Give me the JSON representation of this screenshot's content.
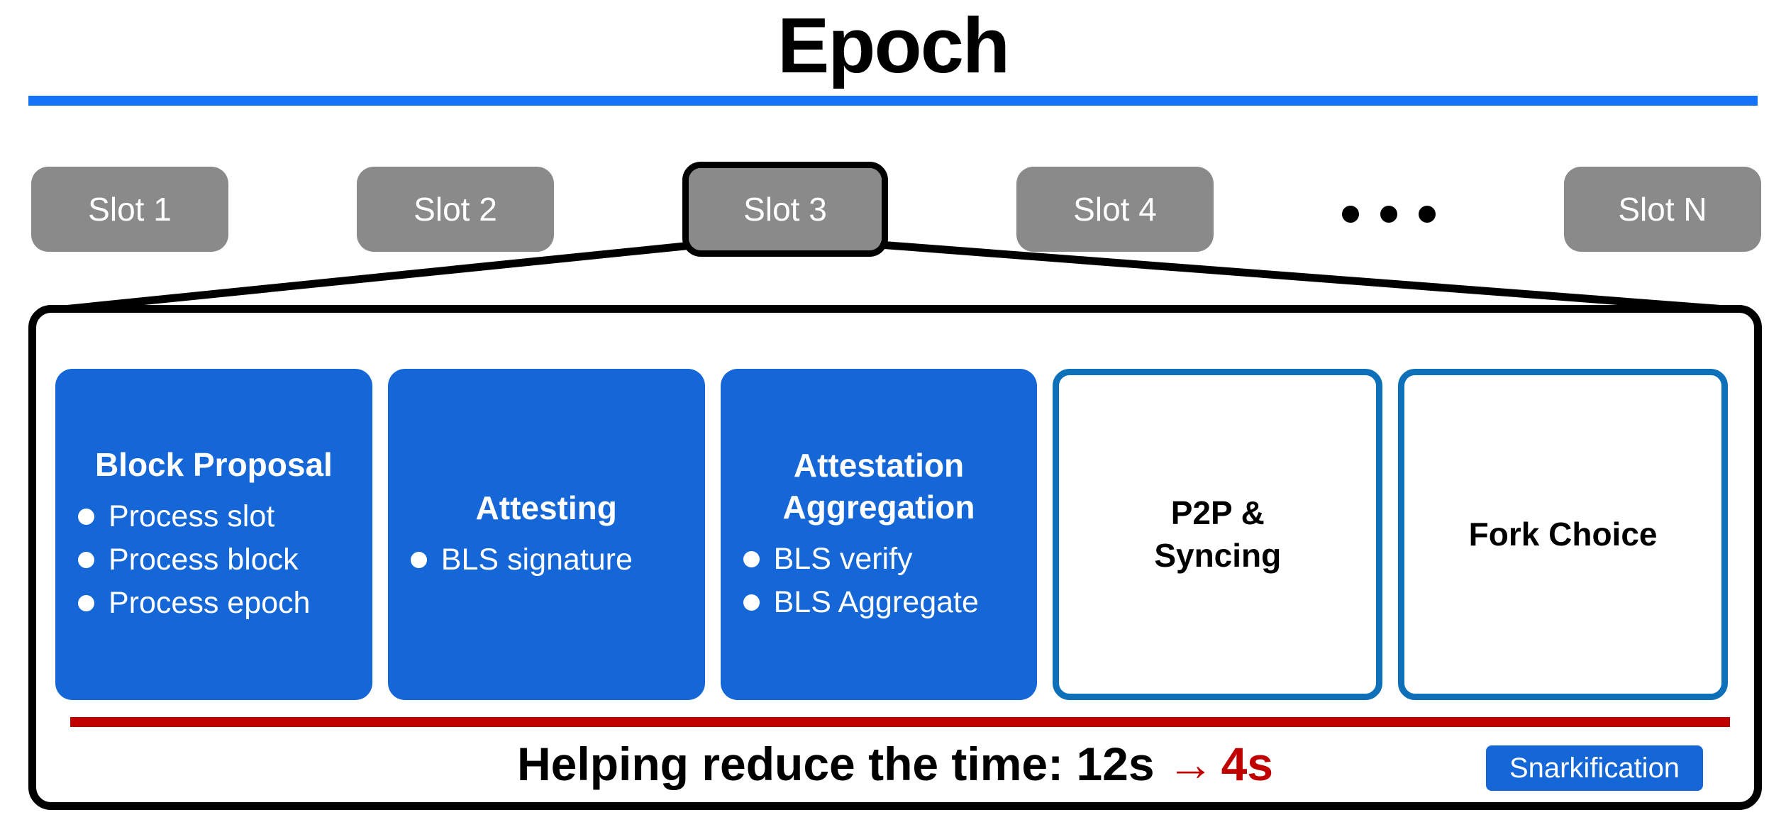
{
  "title": "Epoch",
  "slot_row": [
    {
      "type": "slot",
      "label": "Slot 1",
      "highlighted": false
    },
    {
      "type": "slot",
      "label": "Slot 2",
      "highlighted": false
    },
    {
      "type": "slot",
      "label": "Slot 3",
      "highlighted": true
    },
    {
      "type": "slot",
      "label": "Slot 4",
      "highlighted": false
    },
    {
      "type": "ellipsis",
      "dots": 3
    },
    {
      "type": "slot",
      "label": "Slot N",
      "highlighted": false
    }
  ],
  "detail": {
    "cards": [
      {
        "style": "solid",
        "title": "Block Proposal",
        "bullets": [
          "Process slot",
          "Process block",
          "Process epoch"
        ]
      },
      {
        "style": "solid",
        "title": "Attesting",
        "bullets": [
          "BLS signature"
        ]
      },
      {
        "style": "solid",
        "title": "Attestation Aggregation",
        "bullets": [
          "BLS verify",
          "BLS Aggregate"
        ]
      },
      {
        "style": "outline",
        "title": "P2P &\nSyncing",
        "bullets": []
      },
      {
        "style": "outline",
        "title": "Fork Choice",
        "bullets": []
      }
    ],
    "caption": {
      "prefix": "Helping reduce the time: 12s",
      "arrow": "→",
      "suffix": "4s"
    },
    "badge": "Snarkification"
  },
  "colors": {
    "card_blue": "#1566D6",
    "outline_blue": "#0E70B8",
    "rule_blue": "#1473F7",
    "slot_gray": "#8A8A8A",
    "alert_red": "#C00000",
    "black": "#000000",
    "white": "#FFFFFF"
  }
}
